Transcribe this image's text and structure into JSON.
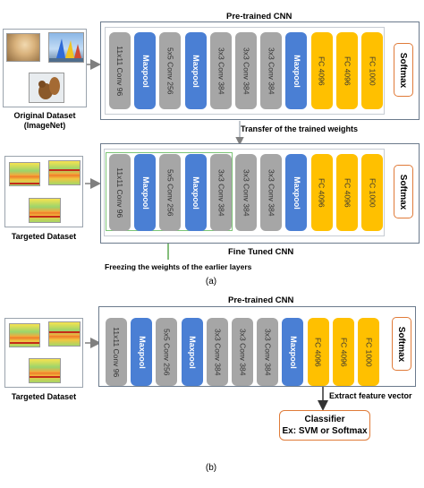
{
  "panel_a": {
    "top_title": "Pre-trained CNN",
    "top_layers": [
      {
        "label": "11x11 Conv 96",
        "kind": "gray"
      },
      {
        "label": "Maxpool",
        "kind": "blue"
      },
      {
        "label": "5x5 Conv 256",
        "kind": "gray"
      },
      {
        "label": "Maxpool",
        "kind": "blue"
      },
      {
        "label": "3x3 Conv 384",
        "kind": "gray"
      },
      {
        "label": "3x3 Conv 384",
        "kind": "gray"
      },
      {
        "label": "3x3 Conv 384",
        "kind": "gray"
      },
      {
        "label": "Maxpool",
        "kind": "blue"
      },
      {
        "label": "FC 4096",
        "kind": "yellow"
      },
      {
        "label": "FC 4096",
        "kind": "yellow"
      },
      {
        "label": "FC 1000",
        "kind": "yellow"
      }
    ],
    "softmax": "Softmax",
    "original_dataset_label": "Original Dataset",
    "original_dataset_sub": "(ImageNet)",
    "transfer_label": "Transfer of the trained weights",
    "bottom_layers": [
      {
        "label": "11x11 Conv 96",
        "kind": "gray"
      },
      {
        "label": "Maxpool",
        "kind": "blue"
      },
      {
        "label": "5x5 Conv 256",
        "kind": "gray"
      },
      {
        "label": "Maxpool",
        "kind": "blue"
      },
      {
        "label": "3x3 Conv 384",
        "kind": "gray"
      },
      {
        "label": "3x3 Conv 384",
        "kind": "gray"
      },
      {
        "label": "3x3 Conv 384",
        "kind": "gray"
      },
      {
        "label": "Maxpool",
        "kind": "blue"
      },
      {
        "label": "FC 4096",
        "kind": "yellow"
      },
      {
        "label": "FC 4096",
        "kind": "yellow"
      },
      {
        "label": "FC 1000",
        "kind": "yellow"
      }
    ],
    "targeted_dataset_label": "Targeted Dataset",
    "fine_tuned_label": "Fine Tuned CNN",
    "freeze_label": "Freezing the weights of the earlier layers",
    "caption": "(a)"
  },
  "panel_b": {
    "title": "Pre-trained CNN",
    "layers": [
      {
        "label": "11x11 Conv 96",
        "kind": "gray"
      },
      {
        "label": "Maxpool",
        "kind": "blue"
      },
      {
        "label": "5x5 Conv 256",
        "kind": "gray"
      },
      {
        "label": "Maxpool",
        "kind": "blue"
      },
      {
        "label": "3x3 Conv 384",
        "kind": "gray"
      },
      {
        "label": "3x3 Conv 384",
        "kind": "gray"
      },
      {
        "label": "3x3 Conv 384",
        "kind": "gray"
      },
      {
        "label": "Maxpool",
        "kind": "blue"
      },
      {
        "label": "FC 4096",
        "kind": "yellow"
      },
      {
        "label": "FC 4096",
        "kind": "yellow"
      },
      {
        "label": "FC 1000",
        "kind": "yellow"
      }
    ],
    "softmax": "Softmax",
    "targeted_dataset_label": "Targeted Dataset",
    "extract_label": "Extract feature vector",
    "classifier_line1": "Classifier",
    "classifier_line2": "Ex: SVM or Softmax",
    "caption": "(b)"
  },
  "colors": {
    "conv": "#a6a6a6",
    "maxpool": "#4a7fd4",
    "fc": "#ffc000",
    "softmax_border": "#e07b39",
    "freeze_box": "#7cc576"
  }
}
